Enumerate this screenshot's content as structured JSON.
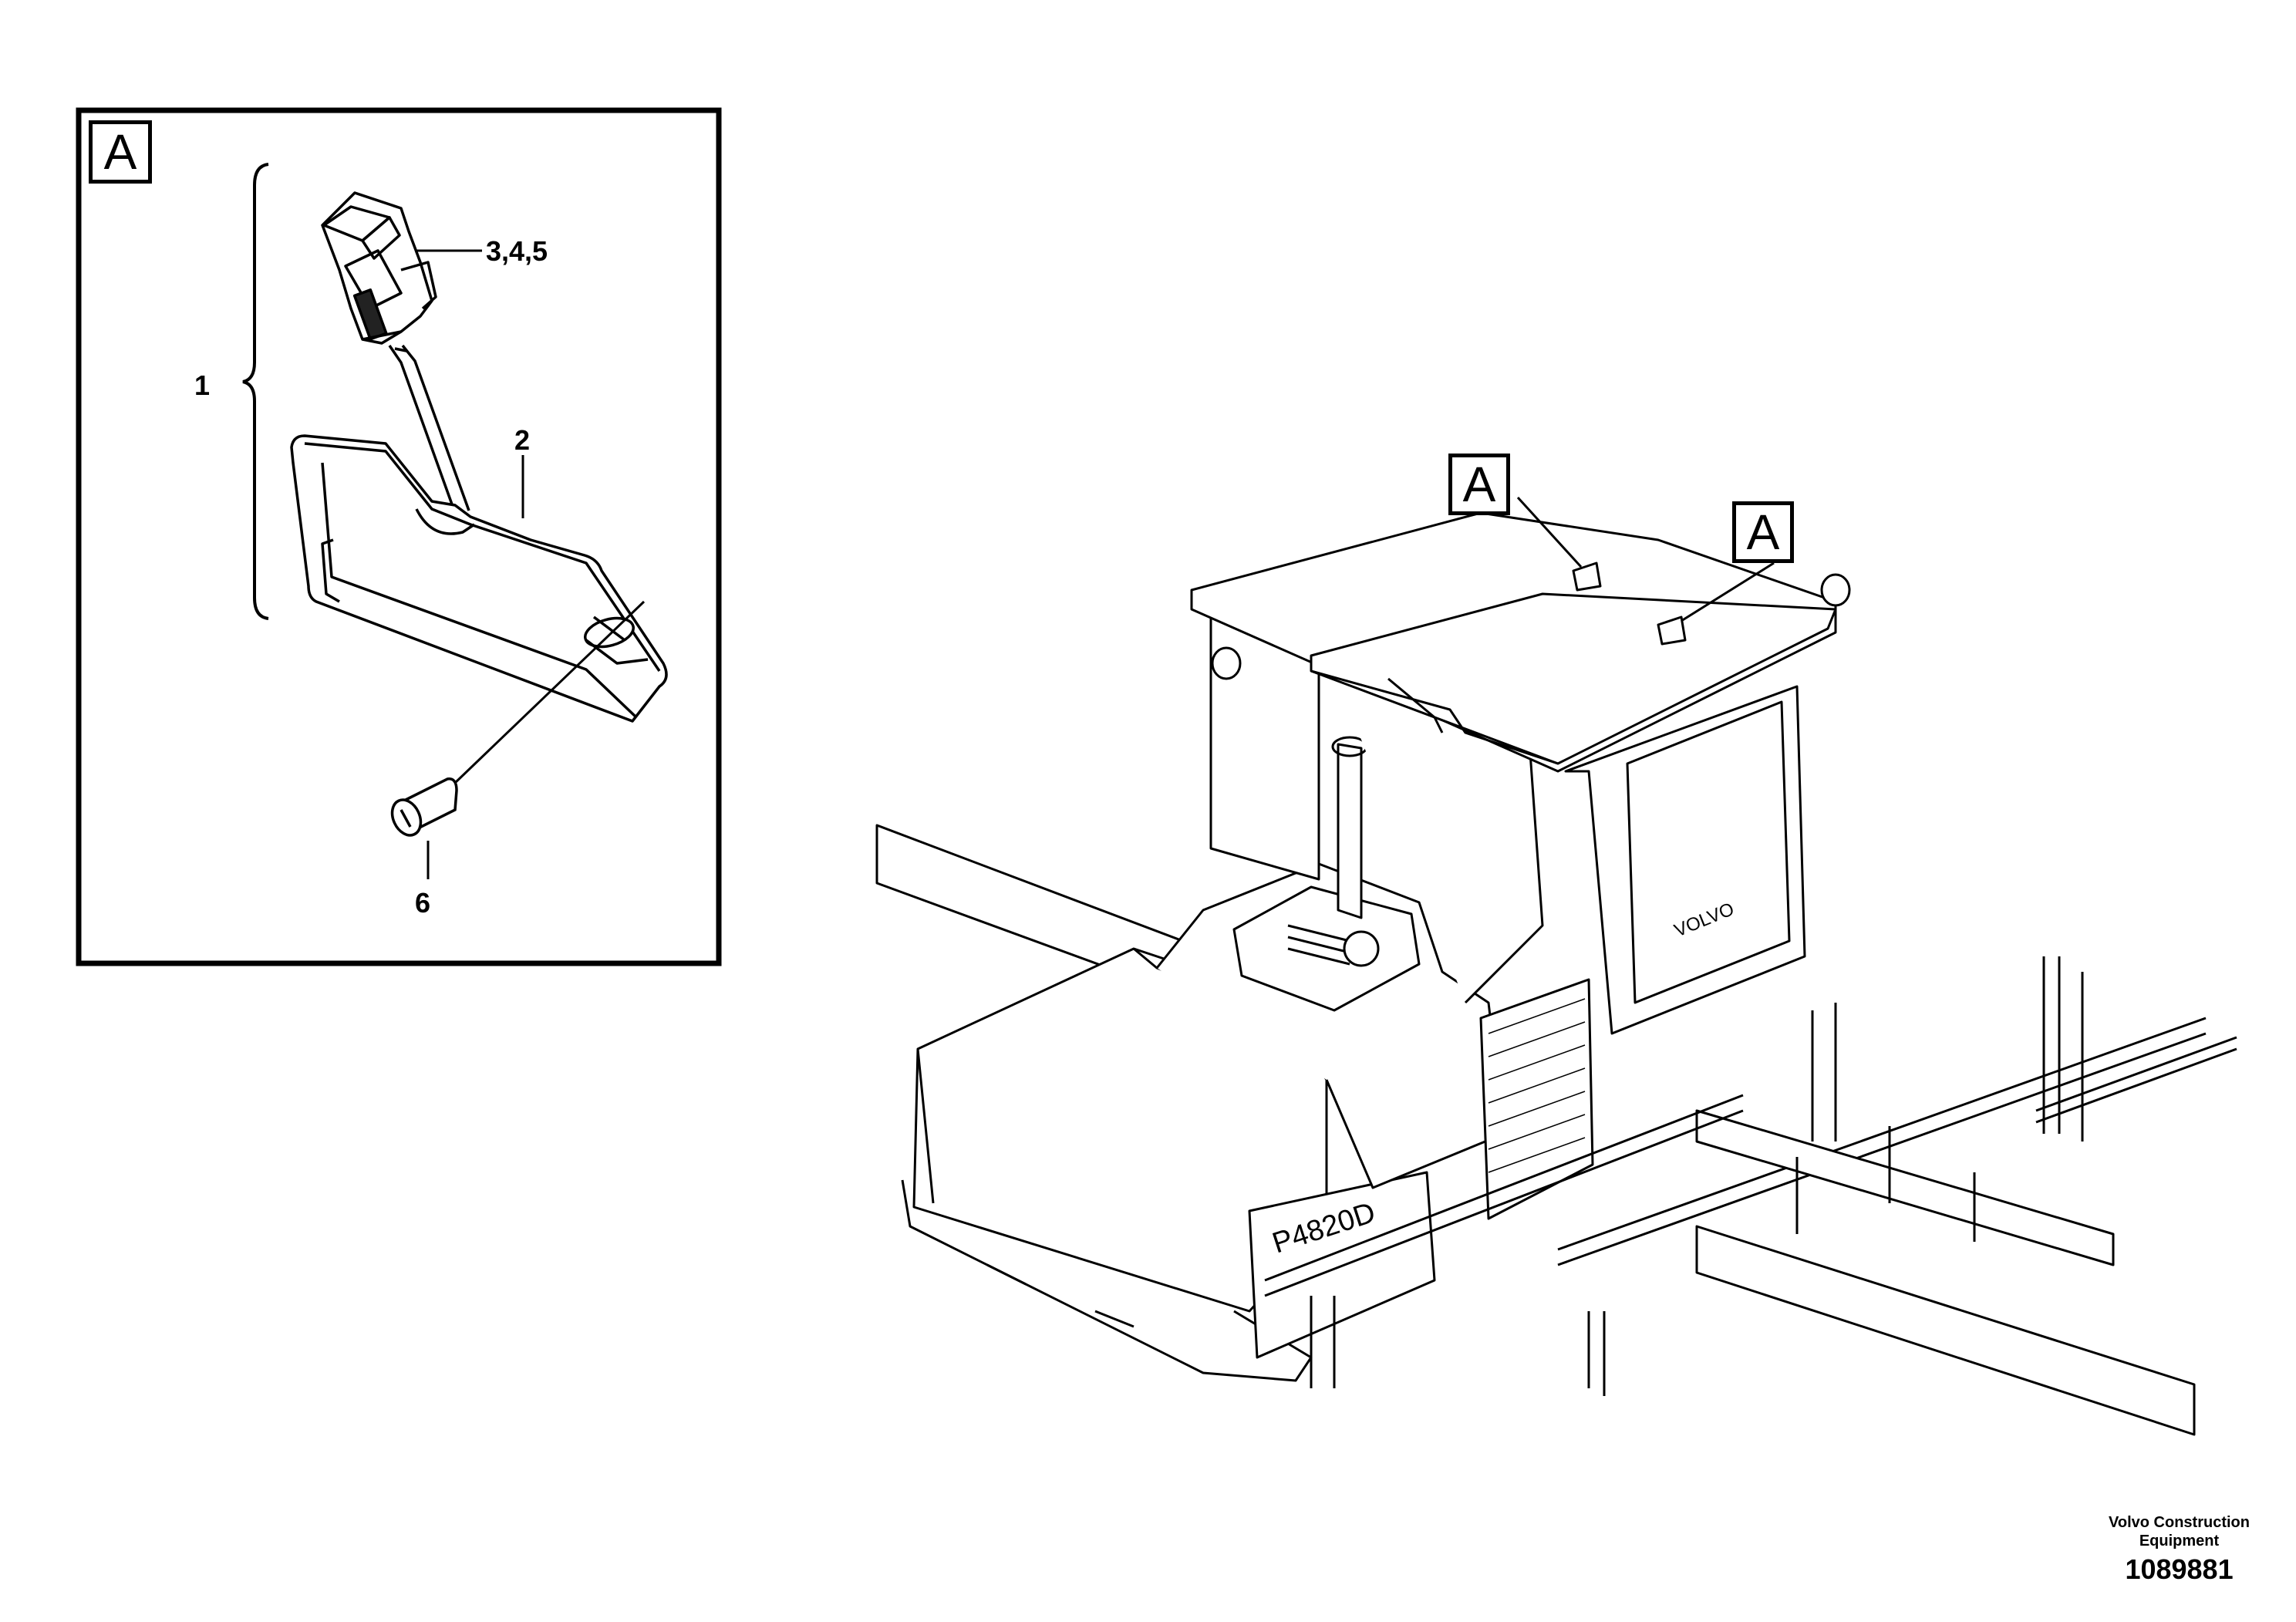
{
  "detail": {
    "label": "A",
    "callouts": {
      "item_1": "1",
      "item_2": "2",
      "item_345": "3,4,5",
      "item_6": "6"
    }
  },
  "machine": {
    "marker_left": "A",
    "marker_right": "A",
    "hood_text": "VOLVO",
    "side_text": "P4820D"
  },
  "footer": {
    "brand_line1": "Volvo Construction",
    "brand_line2": "Equipment",
    "drawing_number": "1089881"
  }
}
